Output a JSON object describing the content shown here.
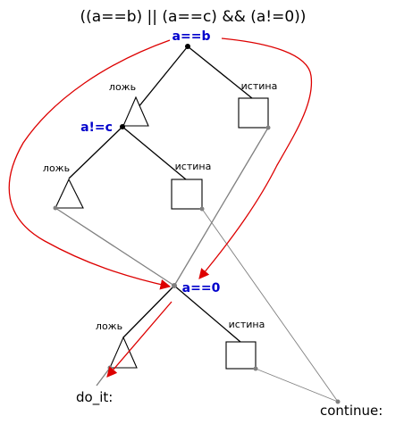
{
  "title": "((a==b) || (a==c) && (a!=0))",
  "conditions": {
    "root": "a==b",
    "second": "a!=c",
    "third": "a==0"
  },
  "branch_labels": {
    "false": "ложь",
    "true": "истина"
  },
  "targets": {
    "do_it": "do_it:",
    "continue": "continue:"
  },
  "colors": {
    "condition_text": "#0000cc",
    "flow_arrow": "#dd0000",
    "edge": "#000000",
    "jump": "#808080"
  }
}
